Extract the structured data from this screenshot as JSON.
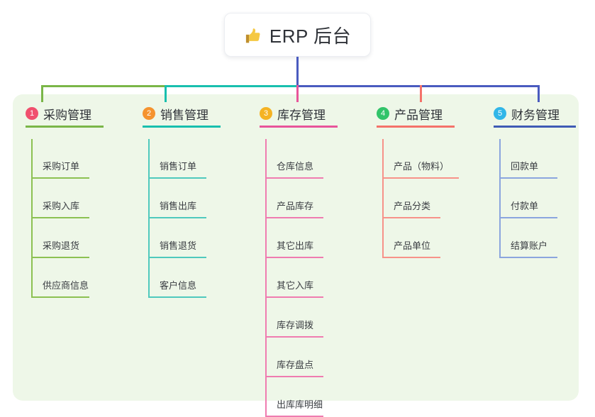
{
  "root": {
    "label": "ERP 后台",
    "icon": "thumbs-up-icon"
  },
  "colors": {
    "panel_bg": "#eef7e8",
    "bus_green": "#7ab648",
    "bus_teal": "#18bfae",
    "bus_blue": "#4a5bbf",
    "root_text": "#2f3238"
  },
  "columns": [
    {
      "number": "1",
      "title": "采购管理",
      "badge_color": "#f0506e",
      "rule_color": "#7ab648",
      "line_color": "#8cc152",
      "items": [
        {
          "label": "采购订单"
        },
        {
          "label": "采购入库"
        },
        {
          "label": "采购退货"
        },
        {
          "label": "供应商信息"
        }
      ]
    },
    {
      "number": "2",
      "title": "销售管理",
      "badge_color": "#f5932f",
      "rule_color": "#18bfae",
      "line_color": "#4fc9bd",
      "items": [
        {
          "label": "销售订单"
        },
        {
          "label": "销售出库"
        },
        {
          "label": "销售退货"
        },
        {
          "label": "客户信息"
        }
      ]
    },
    {
      "number": "3",
      "title": "库存管理",
      "badge_color": "#f5b323",
      "rule_color": "#e8559a",
      "line_color": "#ef7cb0",
      "items": [
        {
          "label": "仓库信息"
        },
        {
          "label": "产品库存"
        },
        {
          "label": "其它出库"
        },
        {
          "label": "其它入库"
        },
        {
          "label": "库存调拨"
        },
        {
          "label": "库存盘点"
        },
        {
          "label": "出库库明细"
        }
      ]
    },
    {
      "number": "4",
      "title": "产品管理",
      "badge_color": "#32c46a",
      "rule_color": "#f4726a",
      "line_color": "#f79289",
      "items": [
        {
          "label": "产品（物料）",
          "wide": true
        },
        {
          "label": "产品分类"
        },
        {
          "label": "产品单位"
        }
      ]
    },
    {
      "number": "5",
      "title": "财务管理",
      "badge_color": "#31b6e8",
      "rule_color": "#3f5bb5",
      "line_color": "#8ba5de",
      "items": [
        {
          "label": "回款单"
        },
        {
          "label": "付款单"
        },
        {
          "label": "结算账户"
        }
      ]
    }
  ]
}
